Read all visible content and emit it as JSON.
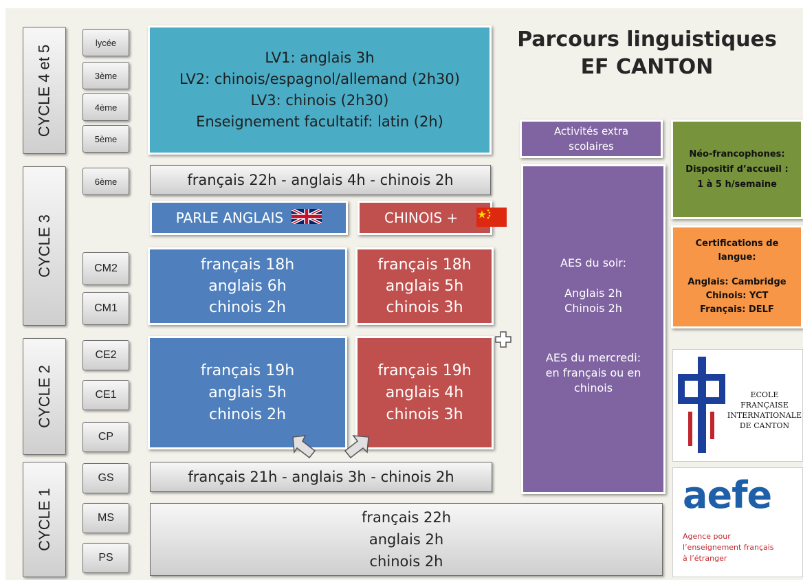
{
  "title": {
    "line1": "Parcours linguistiques",
    "line2": "EF CANTON"
  },
  "cycles": {
    "cycle45": "CYCLE 4 et 5",
    "cycle3": "CYCLE 3",
    "cycle2": "CYCLE 2",
    "cycle1": "CYCLE 1"
  },
  "levels": {
    "lycee": "lycée",
    "troisieme": "3ème",
    "quatrieme": "4ème",
    "cinquieme": "5ème",
    "sixieme": "6ème",
    "cm2": "CM2",
    "cm1": "CM1",
    "ce2": "CE2",
    "ce1": "CE1",
    "cp": "CP",
    "gs": "GS",
    "ms": "MS",
    "ps": "PS"
  },
  "college": {
    "lines": [
      "LV1: anglais  3h",
      "LV2: chinois/espagnol/allemand (2h30)",
      "LV3: chinois (2h30)",
      "Enseignement facultatif: latin (2h)"
    ]
  },
  "sixieme_bar": "français 22h - anglais 4h - chinois 2h",
  "tracks": {
    "english": "PARLE ANGLAIS",
    "chinese": "CHINOIS +"
  },
  "cycle3_blue": [
    "français 18h",
    "anglais 6h",
    "chinois 2h"
  ],
  "cycle3_red": [
    "français 18h",
    "anglais 5h",
    "chinois 3h"
  ],
  "cycle2_blue": [
    "français 19h",
    "anglais 5h",
    "chinois 2h"
  ],
  "cycle2_red": [
    "français 19h",
    "anglais 4h",
    "chinois 3h"
  ],
  "gs_bar": "français 21h - anglais 3h - chinois 2h",
  "cycle1_lines": [
    "français 22h",
    "anglais 2h",
    "chinois 2h"
  ],
  "extracurricular": {
    "label": "Activités extra scolaires"
  },
  "aes": {
    "evening_title": "AES du soir:",
    "evening_lines": [
      "Anglais 2h",
      "Chinois  2h"
    ],
    "wednesday_lines": [
      "AES du mercredi:",
      "en français ou en",
      "chinois"
    ]
  },
  "neo": {
    "lines": [
      "Néo-francophones:",
      "Dispositif d’accueil :",
      "1 à 5 h/semaine"
    ]
  },
  "certifications": {
    "title_lines": [
      "Certifications de",
      "langue:"
    ],
    "lines": [
      "Anglais: Cambridge",
      "Chinois: YCT",
      "Français: DELF"
    ]
  },
  "school_logo": {
    "lines": [
      "ECOLE FRANÇAISE",
      "INTERNATIONALE",
      "DE CANTON"
    ]
  },
  "aefe_logo": {
    "wordmark": "aefe",
    "lines": [
      "Agence pour",
      "l’enseignement français",
      "à l’étranger"
    ]
  },
  "colors": {
    "blue": "#4f80bd",
    "red": "#c0504d",
    "teal": "#4bacc6",
    "purple": "#8064a2",
    "green": "#77933c",
    "orange": "#f79646",
    "background": "#f2f1ea"
  },
  "icons": {
    "english_flag": "uk-flag-icon",
    "chinese_flag": "china-flag-icon",
    "plus": "plus-icon",
    "arrow": "up-arrow-icon"
  }
}
